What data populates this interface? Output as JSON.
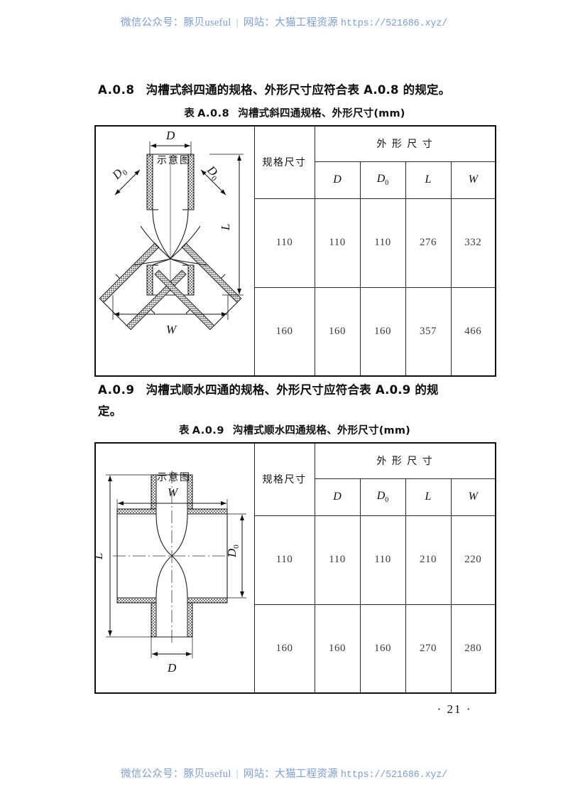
{
  "watermark": {
    "wechat_label": "微信公众号：豚贝useful",
    "separator": "|",
    "site_label": "网站：大猫工程资源",
    "url": "https://521686.xyz/"
  },
  "clauses": [
    {
      "id": "A.0.8",
      "number": "A.0.8",
      "text": "沟槽式斜四通的规格、外形尺寸应符合表 A.0.8 的规定。"
    },
    {
      "id": "A.0.9",
      "number": "A.0.9",
      "text_line1": "沟槽式顺水四通的规格、外形尺寸应符合表 A.0.9 的规",
      "text_line2": "定。"
    }
  ],
  "tables": [
    {
      "caption_prefix": "表",
      "caption_number": "A.0.8",
      "caption_title": "沟槽式斜四通规格、外形尺寸(mm)",
      "headers": {
        "diagram": "示意图",
        "spec_size": "规格尺寸",
        "outer_group": "外 形 尺 寸",
        "cols": [
          "D",
          "D",
          "L",
          "W"
        ],
        "col_subscripts": [
          "",
          "0",
          "",
          ""
        ]
      },
      "rows": [
        {
          "spec": "110",
          "D": "110",
          "D0": "110",
          "L": "276",
          "W": "332"
        },
        {
          "spec": "160",
          "D": "160",
          "D0": "160",
          "L": "357",
          "W": "466"
        }
      ],
      "diagram": {
        "name": "grooved-oblique-cross-fitting",
        "labels": {
          "top": "D",
          "left_diag": "D",
          "left_diag_sub": "0",
          "right_diag": "D",
          "right_diag_sub": "0",
          "right": "L",
          "bottom": "W"
        }
      }
    },
    {
      "caption_prefix": "表",
      "caption_number": "A.0.9",
      "caption_title": "沟槽式顺水四通规格、外形尺寸(mm)",
      "headers": {
        "diagram": "示意图",
        "spec_size": "规格尺寸",
        "outer_group": "外 形 尺 寸",
        "cols": [
          "D",
          "D",
          "L",
          "W"
        ],
        "col_subscripts": [
          "",
          "0",
          "",
          ""
        ]
      },
      "rows": [
        {
          "spec": "110",
          "D": "110",
          "D0": "110",
          "L": "210",
          "W": "220"
        },
        {
          "spec": "160",
          "D": "160",
          "D0": "160",
          "L": "270",
          "W": "280"
        }
      ],
      "diagram": {
        "name": "grooved-straight-cross-fitting",
        "labels": {
          "top": "W",
          "left": "L",
          "right": "D",
          "right_sub": "0",
          "bottom": "D"
        }
      }
    }
  ],
  "page_number": "· 21 ·",
  "colors": {
    "watermark": "#7d9ed4",
    "rule": "#262626",
    "text": "#111111"
  }
}
